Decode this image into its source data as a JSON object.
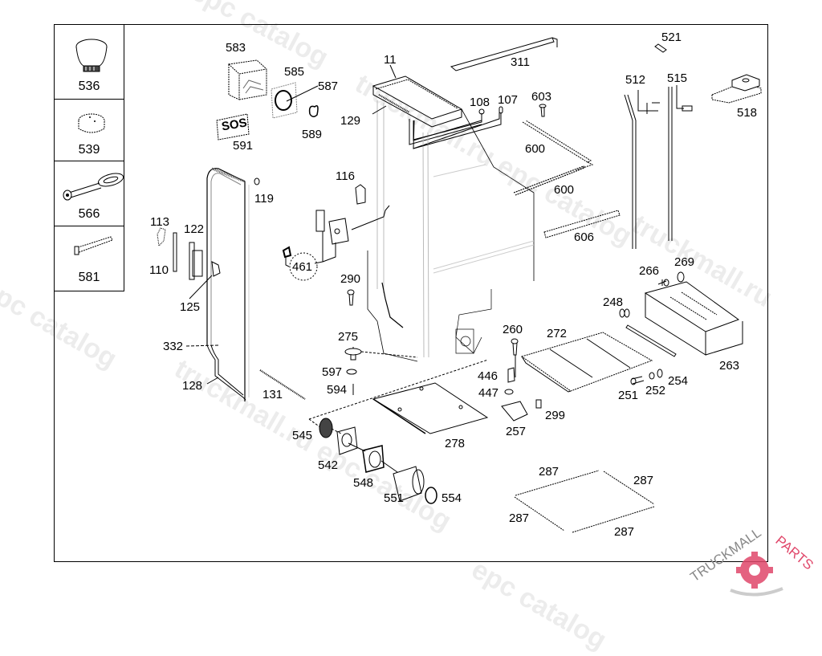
{
  "diagram": {
    "title": "Parts exploded view",
    "legend_parts": [
      {
        "number": "536",
        "icon": "knob-icon"
      },
      {
        "number": "539",
        "icon": "cap-icon"
      },
      {
        "number": "566",
        "icon": "key-icon"
      },
      {
        "number": "581",
        "icon": "strip-icon"
      }
    ],
    "callouts": [
      {
        "id": "c583",
        "number": "583"
      },
      {
        "id": "c585",
        "number": "585"
      },
      {
        "id": "c587",
        "number": "587"
      },
      {
        "id": "c589",
        "number": "589"
      },
      {
        "id": "c591",
        "number": "591"
      },
      {
        "id": "c11",
        "number": "11"
      },
      {
        "id": "c129",
        "number": "129"
      },
      {
        "id": "c311",
        "number": "311"
      },
      {
        "id": "c108",
        "number": "108"
      },
      {
        "id": "c107",
        "number": "107"
      },
      {
        "id": "c603",
        "number": "603"
      },
      {
        "id": "c600a",
        "number": "600"
      },
      {
        "id": "c600b",
        "number": "600"
      },
      {
        "id": "c606",
        "number": "606"
      },
      {
        "id": "c521",
        "number": "521"
      },
      {
        "id": "c512",
        "number": "512"
      },
      {
        "id": "c515",
        "number": "515"
      },
      {
        "id": "c518",
        "number": "518"
      },
      {
        "id": "c116",
        "number": "116"
      },
      {
        "id": "c119",
        "number": "119"
      },
      {
        "id": "c113",
        "number": "113"
      },
      {
        "id": "c122",
        "number": "122"
      },
      {
        "id": "c110",
        "number": "110"
      },
      {
        "id": "c125",
        "number": "125"
      },
      {
        "id": "c461",
        "number": "461"
      },
      {
        "id": "c290",
        "number": "290"
      },
      {
        "id": "c332",
        "number": "332"
      },
      {
        "id": "c128",
        "number": "128"
      },
      {
        "id": "c131",
        "number": "131"
      },
      {
        "id": "c275",
        "number": "275"
      },
      {
        "id": "c597",
        "number": "597"
      },
      {
        "id": "c594",
        "number": "594"
      },
      {
        "id": "c545",
        "number": "545"
      },
      {
        "id": "c542",
        "number": "542"
      },
      {
        "id": "c548",
        "number": "548"
      },
      {
        "id": "c551",
        "number": "551"
      },
      {
        "id": "c554",
        "number": "554"
      },
      {
        "id": "c278",
        "number": "278"
      },
      {
        "id": "c260",
        "number": "260"
      },
      {
        "id": "c446",
        "number": "446"
      },
      {
        "id": "c447",
        "number": "447"
      },
      {
        "id": "c257",
        "number": "257"
      },
      {
        "id": "c299",
        "number": "299"
      },
      {
        "id": "c272",
        "number": "272"
      },
      {
        "id": "c251",
        "number": "251"
      },
      {
        "id": "c252",
        "number": "252"
      },
      {
        "id": "c254",
        "number": "254"
      },
      {
        "id": "c248",
        "number": "248"
      },
      {
        "id": "c266",
        "number": "266"
      },
      {
        "id": "c269",
        "number": "269"
      },
      {
        "id": "c263",
        "number": "263"
      },
      {
        "id": "c287a",
        "number": "287"
      },
      {
        "id": "c287b",
        "number": "287"
      },
      {
        "id": "c287c",
        "number": "287"
      },
      {
        "id": "c287d",
        "number": "287"
      }
    ],
    "sticker_text": "SOS"
  },
  "watermark": {
    "text_main": "truckmall.ru epc catalog",
    "text_short": "epc catalog",
    "text_mid": "truckmall.ru"
  },
  "logo": {
    "text_dark": "TRUCKMALL",
    "text_accent": "PARTS",
    "accent_color": "#e0476a"
  }
}
